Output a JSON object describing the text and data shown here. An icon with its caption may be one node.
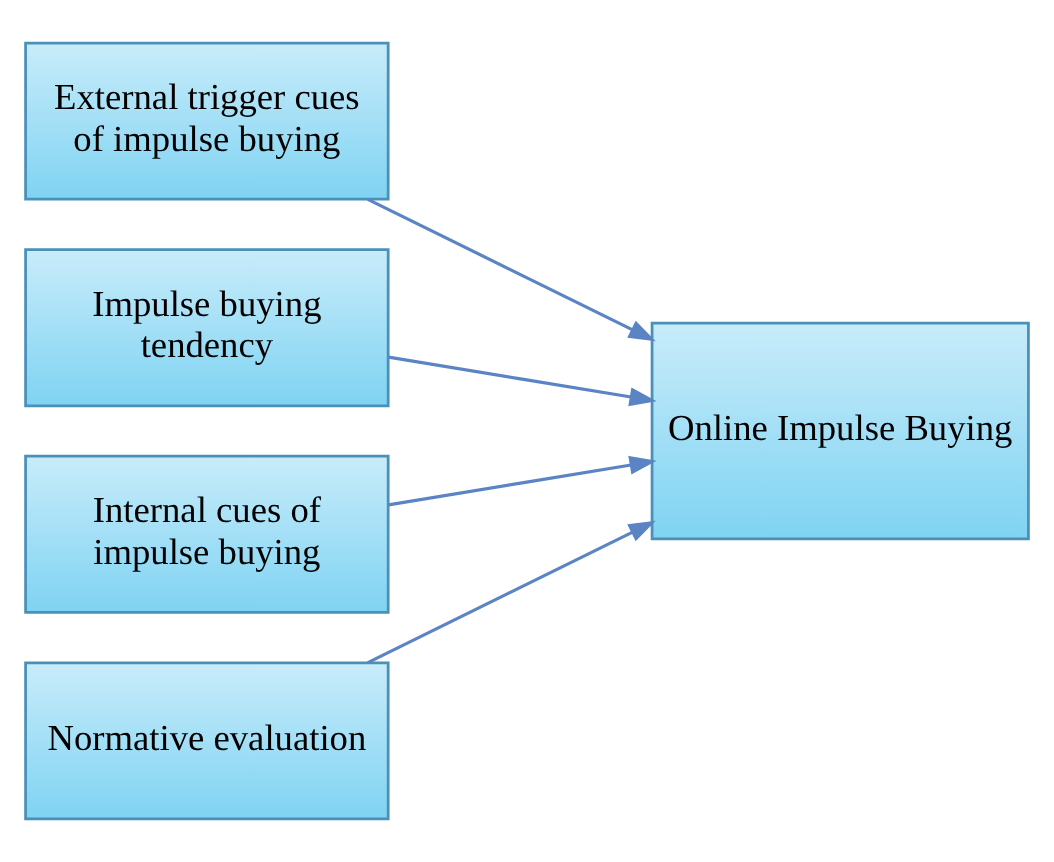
{
  "diagram": {
    "nodes": [
      {
        "text": [
          "External trigger cues of impulse buying"
        ]
      },
      {
        "text": [
          "Impulse buying tendency"
        ]
      },
      {
        "text": [
          "Internal cues of impulse buying"
        ]
      },
      {
        "text": [
          "Normative evaluation"
        ]
      },
      {
        "text": [
          "Online Impulse Buying"
        ]
      }
    ],
    "edges": [
      {
        "from": 0,
        "to": 4,
        "arrow": "to"
      },
      {
        "from": 1,
        "to": 4,
        "arrow": "to"
      },
      {
        "from": 2,
        "to": 4,
        "arrow": "to"
      },
      {
        "from": 3,
        "to": 4,
        "arrow": "to"
      }
    ]
  }
}
